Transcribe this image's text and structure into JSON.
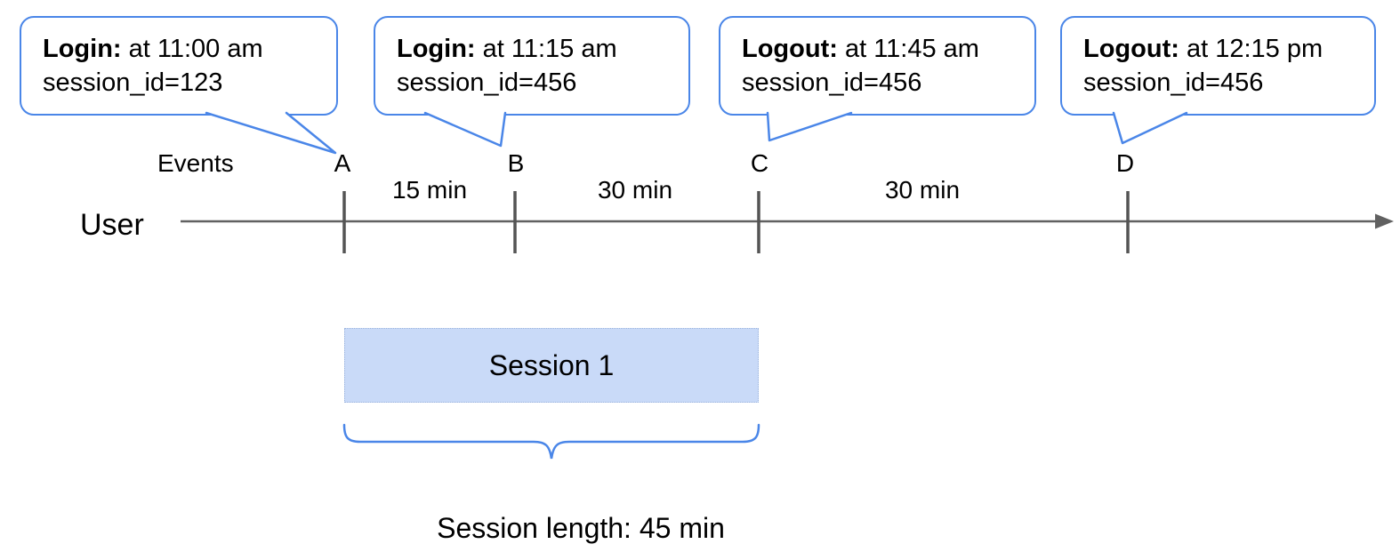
{
  "diagram": {
    "colors": {
      "accent_blue": "#4a86e8",
      "session_fill": "#c9daf8",
      "line_gray": "#616161"
    },
    "bubbles": [
      {
        "title": "Login:",
        "text": "at 11:00 am",
        "detail": "session_id=123"
      },
      {
        "title": "Login:",
        "text": "at 11:15 am",
        "detail": "session_id=456"
      },
      {
        "title": "Logout:",
        "text": "at 11:45 am",
        "detail": "session_id=456"
      },
      {
        "title": "Logout:",
        "text": "at 12:15 pm",
        "detail": "session_id=456"
      }
    ],
    "events_label": "Events",
    "user_label": "User",
    "ticks": [
      {
        "label": "A"
      },
      {
        "label": "B"
      },
      {
        "label": "C"
      },
      {
        "label": "D"
      }
    ],
    "intervals": [
      {
        "label": "15 min"
      },
      {
        "label": "30 min"
      },
      {
        "label": "30 min"
      }
    ],
    "session_box_label": "Session 1",
    "session_length_label": "Session length: 45 min"
  }
}
